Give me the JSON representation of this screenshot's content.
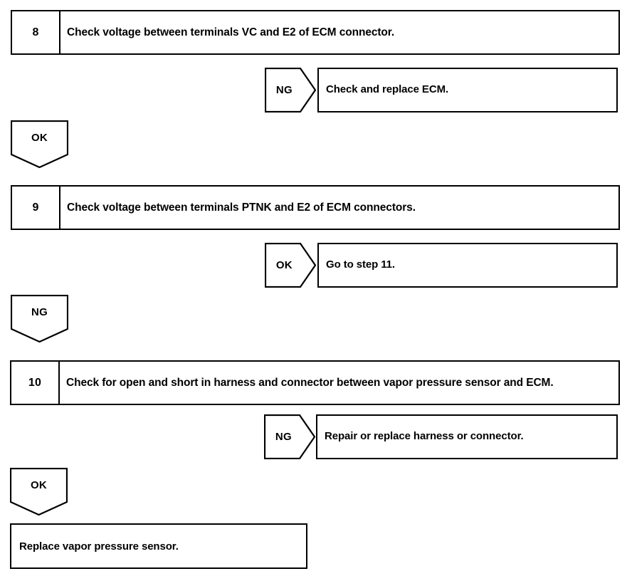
{
  "diagram": {
    "type": "troubleshooting-flowchart",
    "title": "Vapor pressure sensor circuit diagnostic steps 8-10",
    "ink_color": "#000000",
    "background_color": "#ffffff"
  },
  "steps": [
    {
      "number": "8",
      "text": "Check voltage between terminals VC and E2 of ECM connector.",
      "branch": {
        "label": "NG",
        "result": "Check and replace ECM."
      },
      "continue": {
        "label": "OK"
      }
    },
    {
      "number": "9",
      "text": "Check voltage between terminals PTNK and E2 of ECM connectors.",
      "branch": {
        "label": "OK",
        "result": "Go to step 11."
      },
      "continue": {
        "label": "NG"
      }
    },
    {
      "number": "10",
      "text": "Check for open and short in harness and connector between vapor pressure sensor and ECM.",
      "branch": {
        "label": "NG",
        "result": "Repair or replace harness or connector."
      },
      "continue": {
        "label": "OK"
      }
    }
  ],
  "terminal": {
    "text": "Replace vapor pressure sensor."
  }
}
